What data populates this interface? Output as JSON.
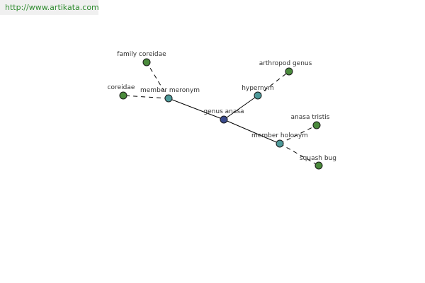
{
  "banner": {
    "url": "http://www.artikata.com"
  },
  "colors": {
    "center": "#3a4a8c",
    "relation": "#4e9a9a",
    "leaf": "#4a8a3c",
    "banner_text": "#2e8b2e"
  },
  "graph": {
    "nodes": [
      {
        "id": "genus-anasa",
        "label": "genus anasa",
        "kind": "center"
      },
      {
        "id": "member-meronym",
        "label": "member meronym",
        "kind": "relation"
      },
      {
        "id": "hypernym",
        "label": "hypernym",
        "kind": "relation"
      },
      {
        "id": "member-holonym",
        "label": "member holonym",
        "kind": "relation"
      },
      {
        "id": "family-coreidae",
        "label": "family coreidae",
        "kind": "leaf"
      },
      {
        "id": "coreidae",
        "label": "coreidae",
        "kind": "leaf"
      },
      {
        "id": "arthropod-genus",
        "label": "arthropod genus",
        "kind": "leaf"
      },
      {
        "id": "anasa-tristis",
        "label": "anasa tristis",
        "kind": "leaf"
      },
      {
        "id": "squash-bug",
        "label": "squash bug",
        "kind": "leaf"
      }
    ],
    "edges": [
      {
        "from": "genus-anasa",
        "to": "member-meronym",
        "style": "solid"
      },
      {
        "from": "genus-anasa",
        "to": "hypernym",
        "style": "solid"
      },
      {
        "from": "genus-anasa",
        "to": "member-holonym",
        "style": "solid"
      },
      {
        "from": "member-meronym",
        "to": "family-coreidae",
        "style": "dashed"
      },
      {
        "from": "member-meronym",
        "to": "coreidae",
        "style": "dashed"
      },
      {
        "from": "hypernym",
        "to": "arthropod-genus",
        "style": "dashed"
      },
      {
        "from": "member-holonym",
        "to": "anasa-tristis",
        "style": "dashed"
      },
      {
        "from": "member-holonym",
        "to": "squash-bug",
        "style": "dashed"
      }
    ]
  }
}
